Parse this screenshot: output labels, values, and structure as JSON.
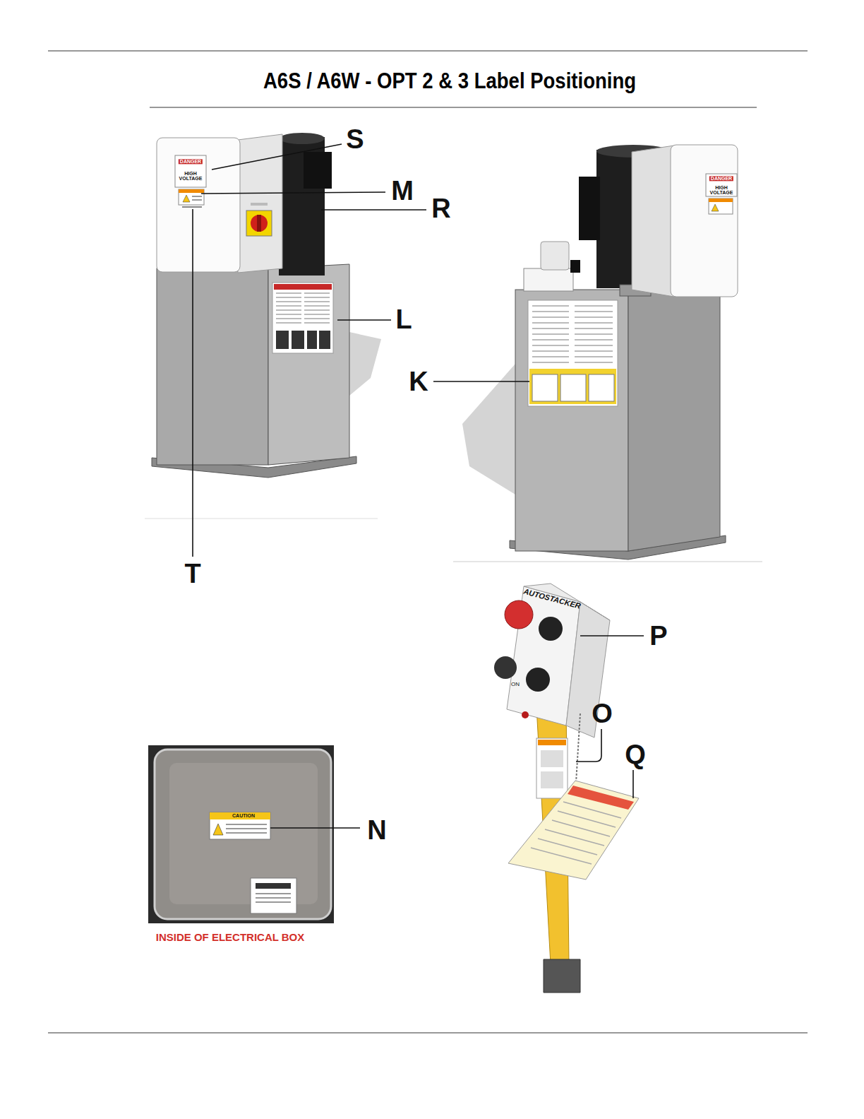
{
  "diagram": {
    "title": "A6S / A6W - OPT 2 & 3 Label Positioning",
    "labels": [
      "S",
      "M",
      "R",
      "L",
      "K",
      "T",
      "P",
      "O",
      "Q",
      "N",
      "INSIDE OF ELECTRICAL BOX",
      "DANGER",
      "HIGH VOLTAGE",
      "DANGER",
      "HIGH VOLTAGE",
      "CAUTION",
      "AUTOSTACKER",
      "ON"
    ]
  }
}
